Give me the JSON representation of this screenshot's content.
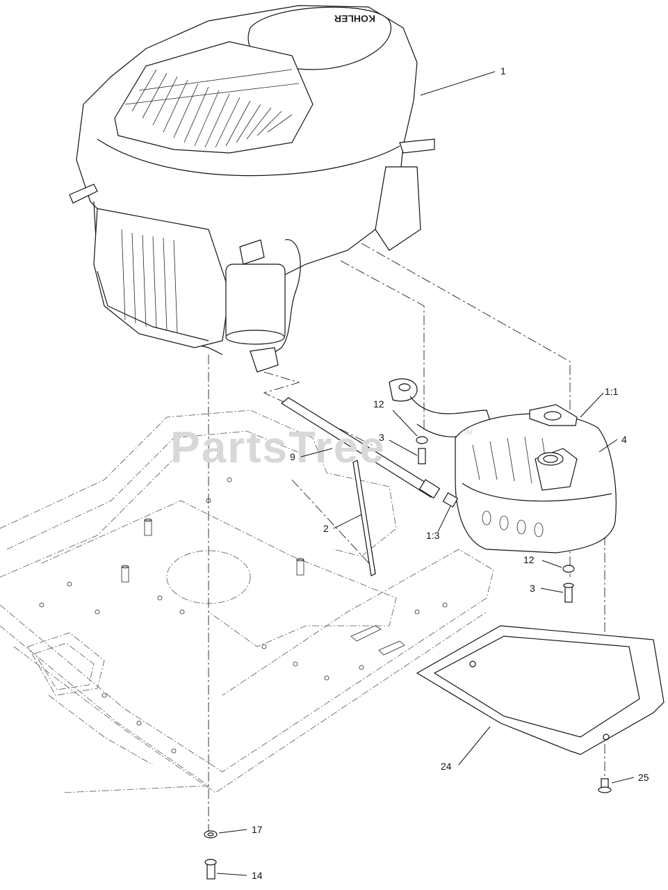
{
  "watermark": {
    "text": "PartsTree",
    "trademark": "™"
  },
  "engine_brand": "KOHLER",
  "callouts": [
    {
      "id": "c1",
      "label": "1"
    },
    {
      "id": "c1_1",
      "label": "1:1"
    },
    {
      "id": "c4",
      "label": "4"
    },
    {
      "id": "c12a",
      "label": "12"
    },
    {
      "id": "c3a",
      "label": "3"
    },
    {
      "id": "c9",
      "label": "9"
    },
    {
      "id": "c2",
      "label": "2"
    },
    {
      "id": "c1_3",
      "label": "1:3"
    },
    {
      "id": "c12b",
      "label": "12"
    },
    {
      "id": "c3b",
      "label": "3"
    },
    {
      "id": "c24",
      "label": "24"
    },
    {
      "id": "c25",
      "label": "25"
    },
    {
      "id": "c17",
      "label": "17"
    },
    {
      "id": "c14",
      "label": "14"
    }
  ]
}
